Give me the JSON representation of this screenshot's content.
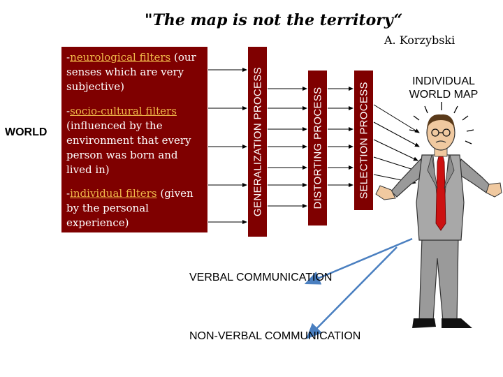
{
  "title": "\"The map is not the territory“",
  "author": "A. Korzybski",
  "world_label": "WORLD",
  "filters": [
    {
      "prefix": "-",
      "name": "neurological filters",
      "description": "(our senses which are very subjective)"
    },
    {
      "prefix": "-",
      "name": "socio-cultural filters",
      "description": "(influenced by the environment that every person was born and lived in)"
    },
    {
      "prefix": "-",
      "name": "individual filters",
      "description": "(given by the personal experience)"
    }
  ],
  "processes": [
    "GENERALIZATION PROCESS",
    "DISTORTING PROCESS",
    "SELECTION PROCESS"
  ],
  "map_label": "INDIVIDUAL WORLD MAP",
  "communication": [
    "VERBAL COMMUNICATION",
    "NON-VERBAL COMMUNICATION"
  ],
  "colors": {
    "box_fill": "#7f0000",
    "box_text": "#ffffff",
    "filter_name": "#f0b84a",
    "comm_arrow": "#4a7fc0"
  }
}
